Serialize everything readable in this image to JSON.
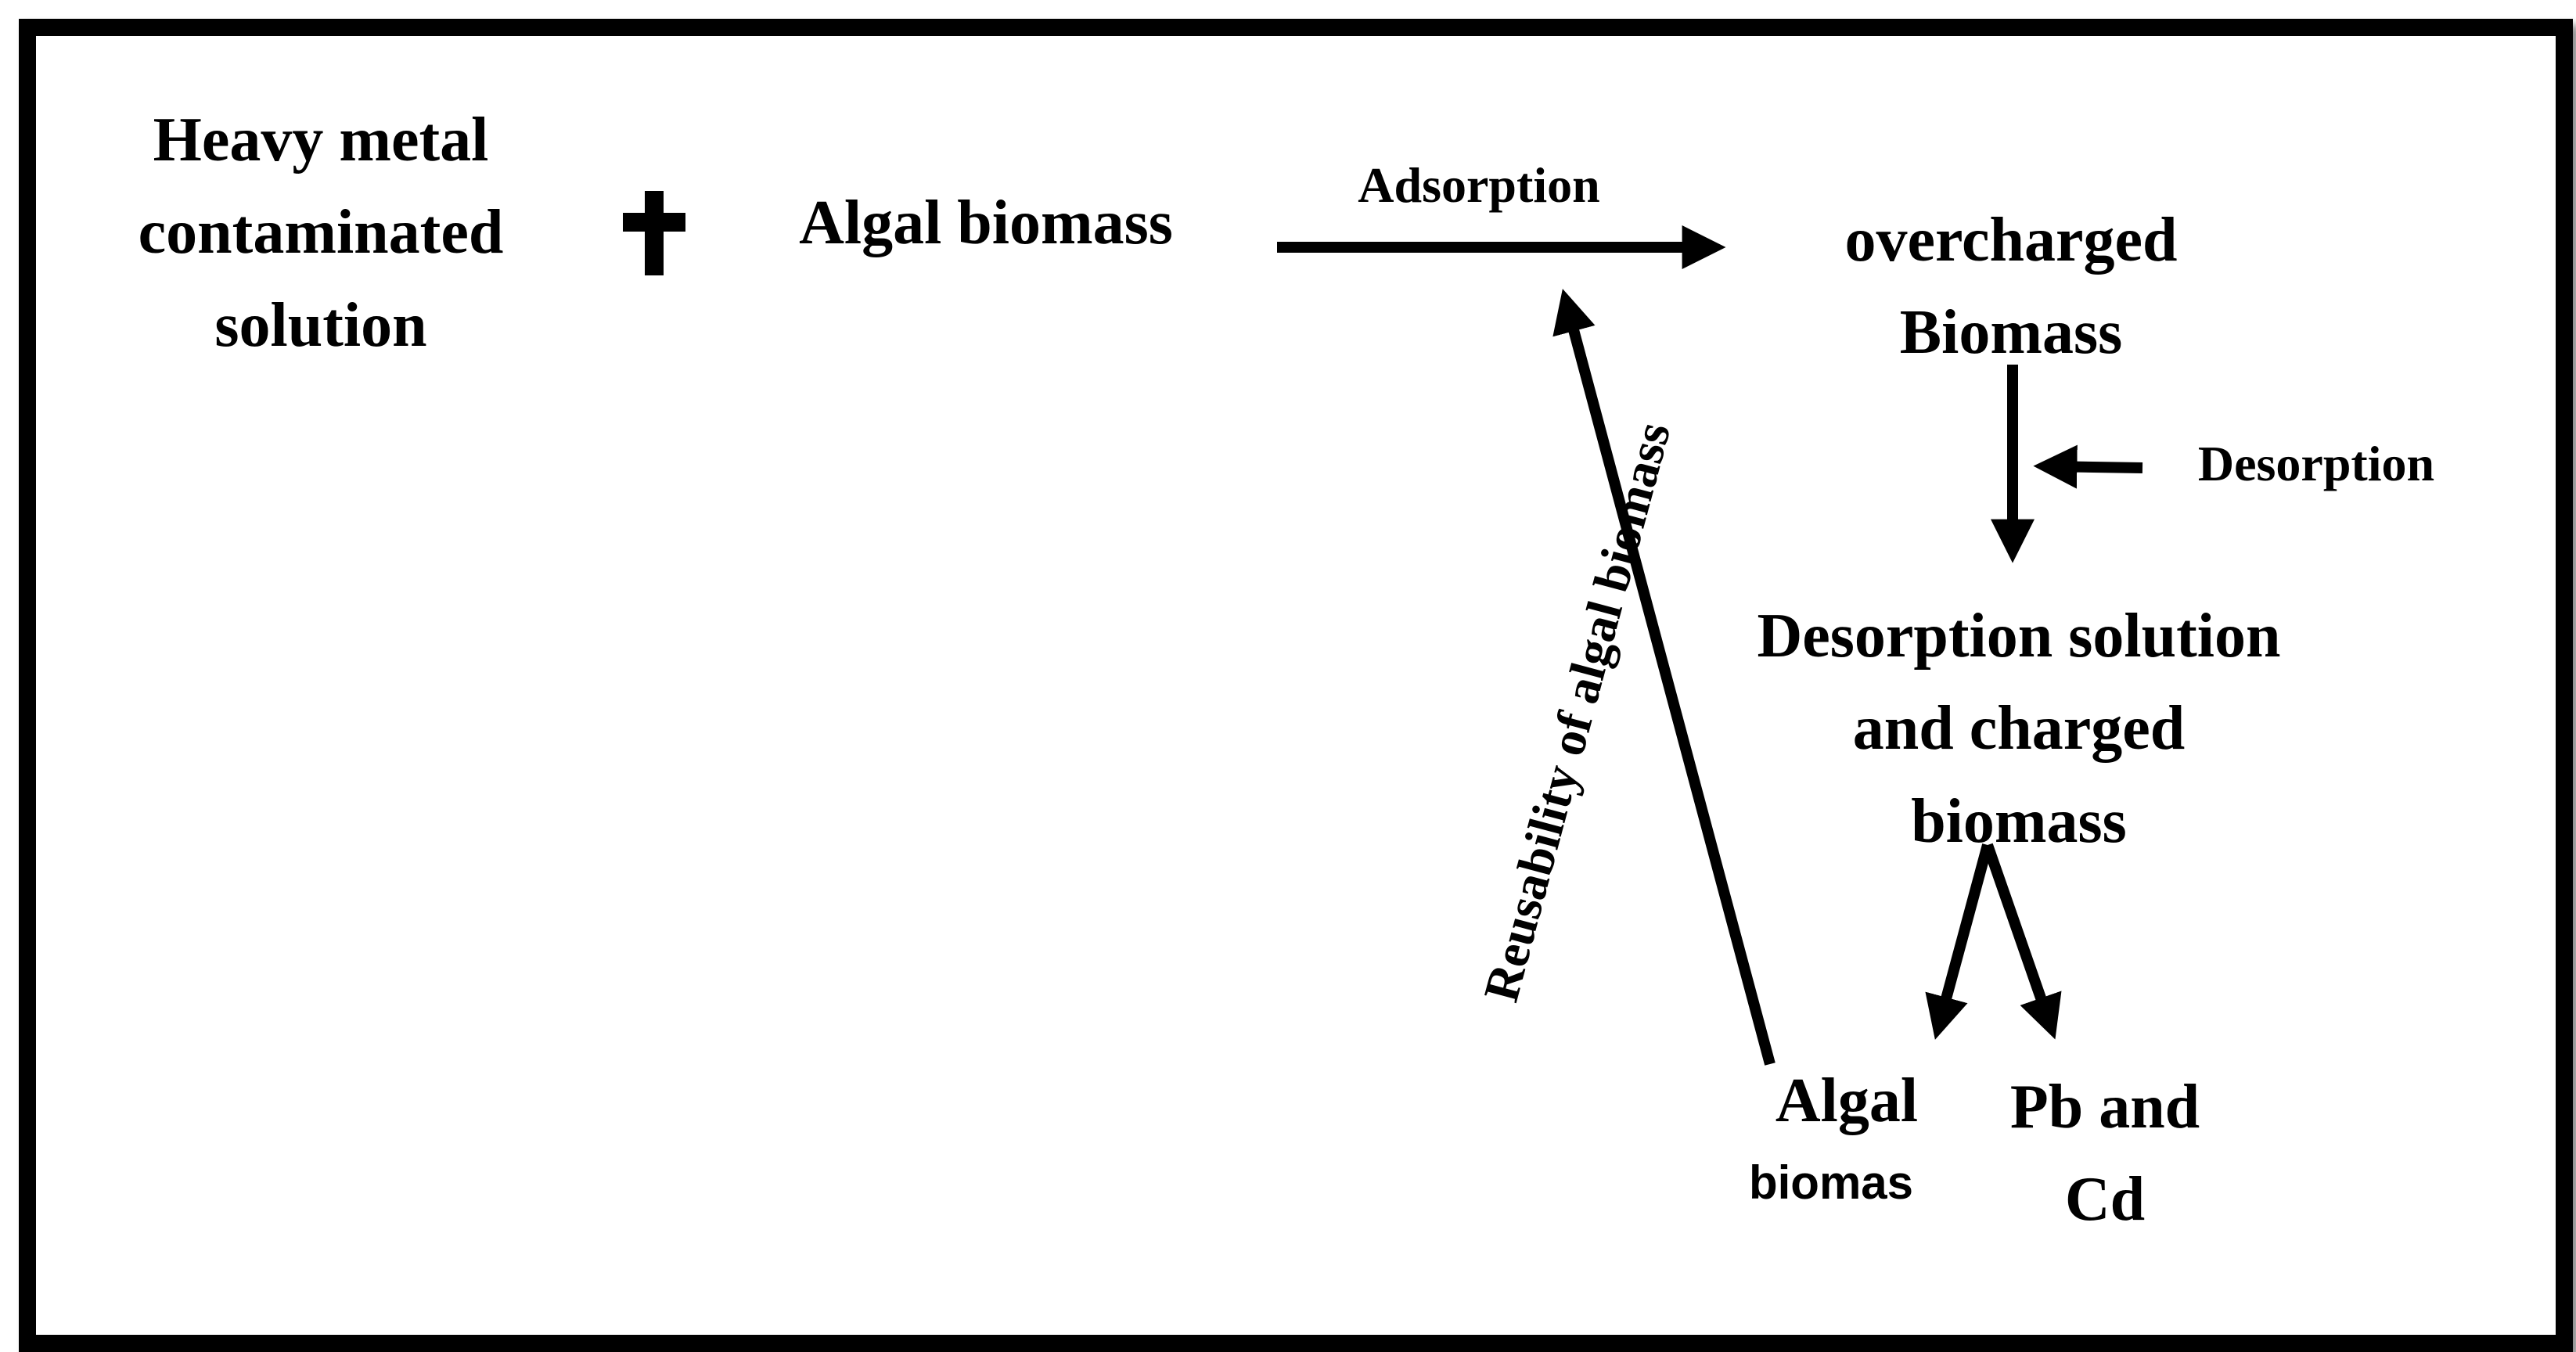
{
  "nodes": {
    "heavy_metal": "Heavy metal\ncontaminated\nsolution",
    "algal_biomass": "Algal biomass",
    "overcharged": "overcharged\nBiomass",
    "desorption_solution": "Desorption solution\nand charged\nbiomass",
    "algal_biomas_line1": "Algal",
    "algal_biomas_line2": "biomas",
    "pb_cd": "Pb and\nCd"
  },
  "edges": {
    "adsorption": "Adsorption",
    "desorption": "Desorption",
    "reusability": "Reusability of algal biomass"
  },
  "symbols": {
    "plus": "plus-icon"
  },
  "colors": {
    "ink": "#000000",
    "background": "#ffffff"
  }
}
